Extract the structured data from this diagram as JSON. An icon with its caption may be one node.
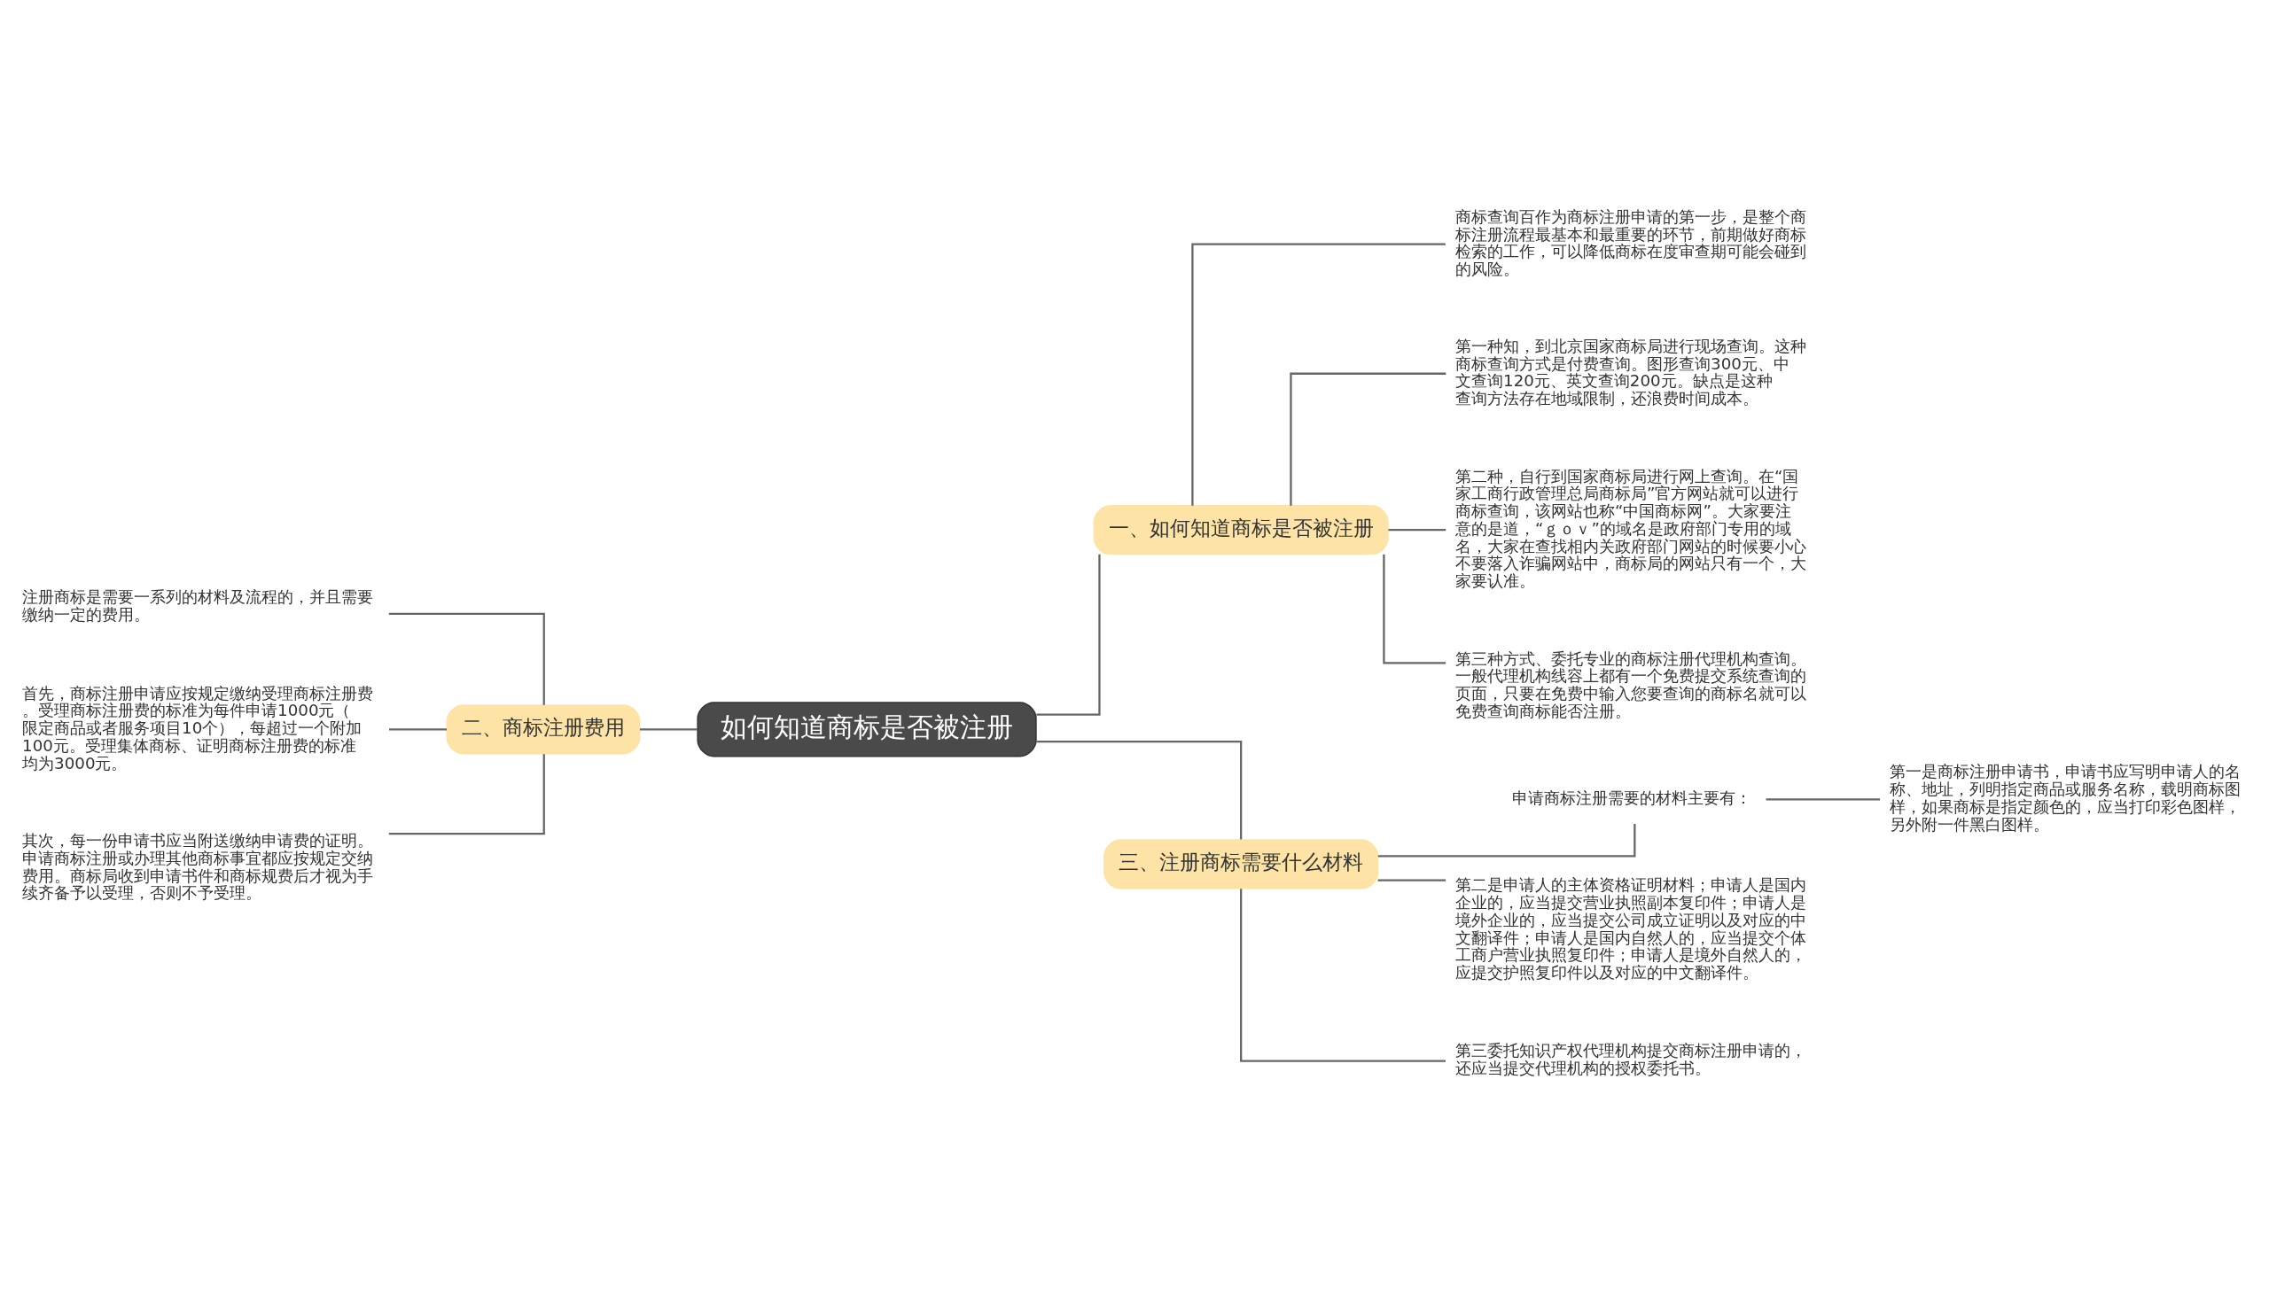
{
  "diagram": {
    "nodes": [
      {
        "text": [
          "如何知道商标是否被注册"
        ]
      },
      {
        "text": [
          "一、如何知道商标是否被注册"
        ]
      },
      {
        "text": [
          "商标查询百作为商标注册申请的第一步，是整个商标注册流程最基本和最重要的环节，前期做好商标检索的工作，可以降低商标在度审查期可能会碰到的风险。"
        ]
      },
      {
        "text": [
          "第一种知，到北京国家商标局进行现场查询。这种商标查询方式是付费查询。图形查询300元、中文查询120元、英文查询200元。缺点是这种查询方法存在地域限制，还浪费时间成本。"
        ]
      },
      {
        "text": [
          "第二种，自行到国家商标局进行网上查询。在“国家工商行政管理总局商标局”官方网站就可以进行商标查询，该网站也称“中国商标网”。大家要注意的是道，“ｇｏｖ”的域名是政府部门专用的域名，大家在查找相内关政府部门网站的时候要小心不要落入诈骗网站中，商标局的网站只有一个，大家要认准。"
        ]
      },
      {
        "text": [
          "第三种方式、委托专业的商标注册代理机构查询。一般代理机构线容上都有一个免费提交系统查询的页面，只要在免费中输入您要查询的商标名就可以免费查询商标能否注册。"
        ]
      },
      {
        "text": [
          "二、商标注册费用"
        ]
      },
      {
        "text": [
          "注册商标是需要一系列的材料及流程的，并且需要缴纳一定的费用。"
        ]
      },
      {
        "text": [
          "首先，商标注册申请应按规定缴纳受理商标注册费。受理商标注册费的标准为每件申请1000元（限定商品或者服务项目10个），每超过一个附加100元。受理集体商标、证明商标注册费的标准均为3000元。"
        ]
      },
      {
        "text": [
          "其次，每一份申请书应当附送缴纳申请费的证明。申请商标注册或办理其他商标事宜都应按规定交纳费用。商标局收到申请书件和商标规费后才视为手续齐备予以受理，否则不予受理。"
        ]
      },
      {
        "text": [
          "三、注册商标需要什么材料"
        ]
      },
      {
        "text": [
          "申请商标注册需要的材料主要有："
        ]
      },
      {
        "text": [
          "第一是商标注册申请书，申请书应写明申请人的名称、地址，列明指定商品或服务名称，载明商标图样，如果商标是指定颜色的，应当打印彩色图样，另外附一件黑白图样。"
        ]
      },
      {
        "text": [
          "第二是申请人的主体资格证明材料；申请人是国内企业的，应当提交营业执照副本复印件；申请人是境外企业的，应当提交公司成立证明以及对应的中文翻译件；申请人是国内自然人的，应当提交个体工商户营业执照复印件；申请人是境外自然人的，应提交护照复印件以及对应的中文翻译件。"
        ]
      },
      {
        "text": [
          "第三委托知识产权代理机构提交商标注册申请的，还应当提交代理机构的授权委托书。"
        ]
      }
    ],
    "edges": [
      {
        "from": 0,
        "to": 1,
        "arrow": "none"
      },
      {
        "from": 1,
        "to": 2,
        "arrow": "none"
      },
      {
        "from": 1,
        "to": 3,
        "arrow": "none"
      },
      {
        "from": 1,
        "to": 4,
        "arrow": "none"
      },
      {
        "from": 1,
        "to": 5,
        "arrow": "none"
      },
      {
        "from": 0,
        "to": 6,
        "arrow": "none"
      },
      {
        "from": 6,
        "to": 7,
        "arrow": "none"
      },
      {
        "from": 6,
        "to": 8,
        "arrow": "none"
      },
      {
        "from": 6,
        "to": 9,
        "arrow": "none"
      },
      {
        "from": 0,
        "to": 10,
        "arrow": "none"
      },
      {
        "from": 10,
        "to": 11,
        "arrow": "none"
      },
      {
        "from": 11,
        "to": 12,
        "arrow": "none"
      },
      {
        "from": 10,
        "to": 13,
        "arrow": "none"
      },
      {
        "from": 10,
        "to": 14,
        "arrow": "none"
      }
    ]
  }
}
